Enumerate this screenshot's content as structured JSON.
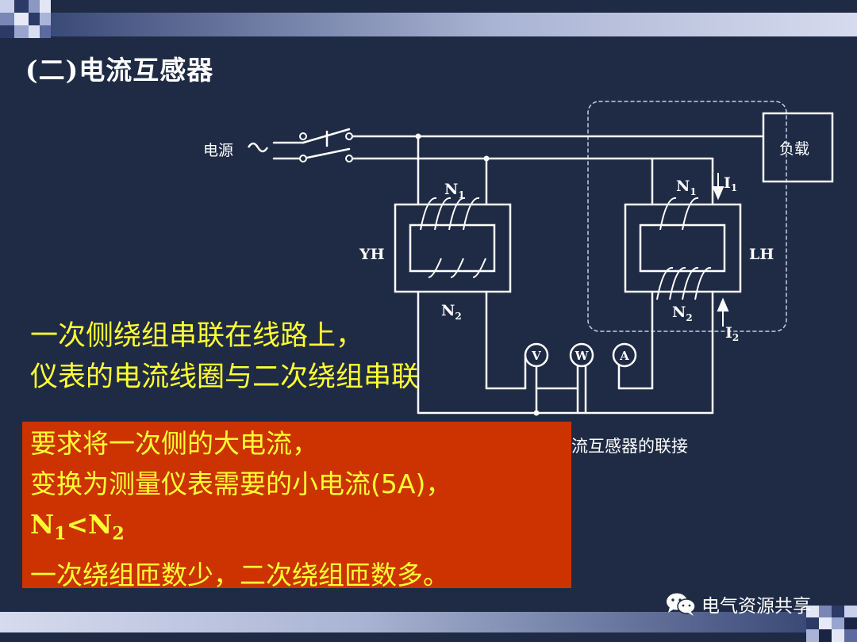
{
  "slide": {
    "title": "(二)电流互感器"
  },
  "diagram": {
    "power_label": "电源",
    "ac_symbol": "~",
    "load_label": "负载",
    "yh_label": "YH",
    "lh_label": "LH",
    "n1": "N",
    "n1_sub": "1",
    "n2": "N",
    "n2_sub": "2",
    "i1": "I",
    "i1_sub": "1",
    "i2": "I",
    "i2_sub": "2",
    "meter_v": "V",
    "meter_w": "W",
    "meter_a": "A"
  },
  "caption": "流互感器的联接",
  "yellow_note": {
    "line1": "一次侧绕组串联在线路上，",
    "line2": "仪表的电流线圈与二次绕组串联"
  },
  "red_box": {
    "line1": "要求将一次侧的大电流，",
    "line2": "变换为测量仪表需要的小电流(5A)，",
    "line3_n1": "N",
    "line3_sub1": "1",
    "line3_lt": "<N",
    "line3_sub2": "2",
    "line4": "一次绕组匝数少，二次绕组匝数多。"
  },
  "watermark": {
    "text": "电气资源共享",
    "icon": "wechat-icon"
  },
  "colors": {
    "background": "#1f2b45",
    "accent_yellow": "#ffff33",
    "box_red": "#cc3300",
    "line": "#ffffff"
  }
}
